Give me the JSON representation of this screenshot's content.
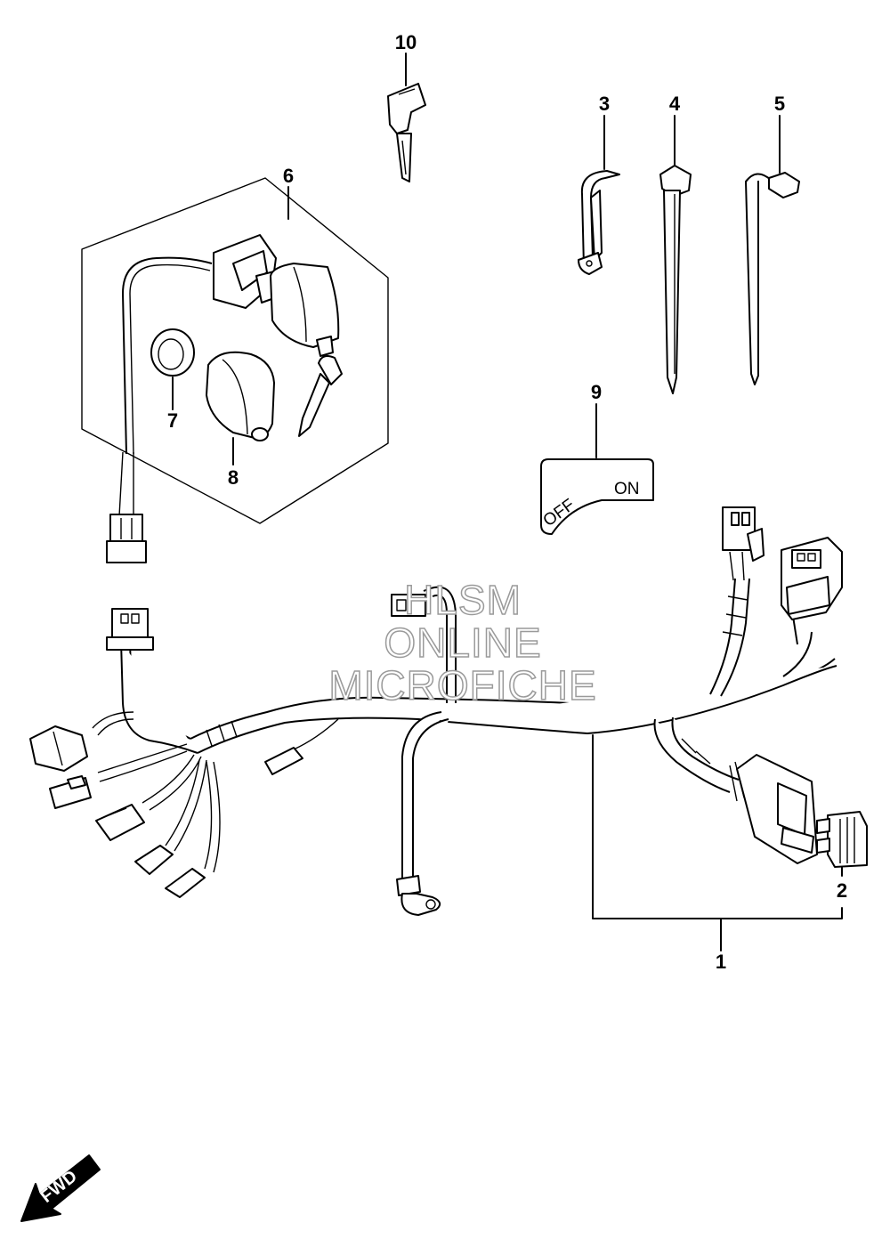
{
  "callouts": {
    "c1": "1",
    "c2": "2",
    "c3": "3",
    "c4": "4",
    "c5": "5",
    "c6": "6",
    "c7": "7",
    "c8": "8",
    "c9": "9",
    "c10": "10"
  },
  "switch_label": {
    "off": "OFF",
    "on": "ON"
  },
  "watermark": {
    "line1": "HLSM",
    "line2": "ONLINE",
    "line3": "MICROFICHE"
  },
  "direction_badge": "FWD",
  "icons": {
    "key": "key-icon",
    "direction": "fwd-arrow-icon"
  }
}
